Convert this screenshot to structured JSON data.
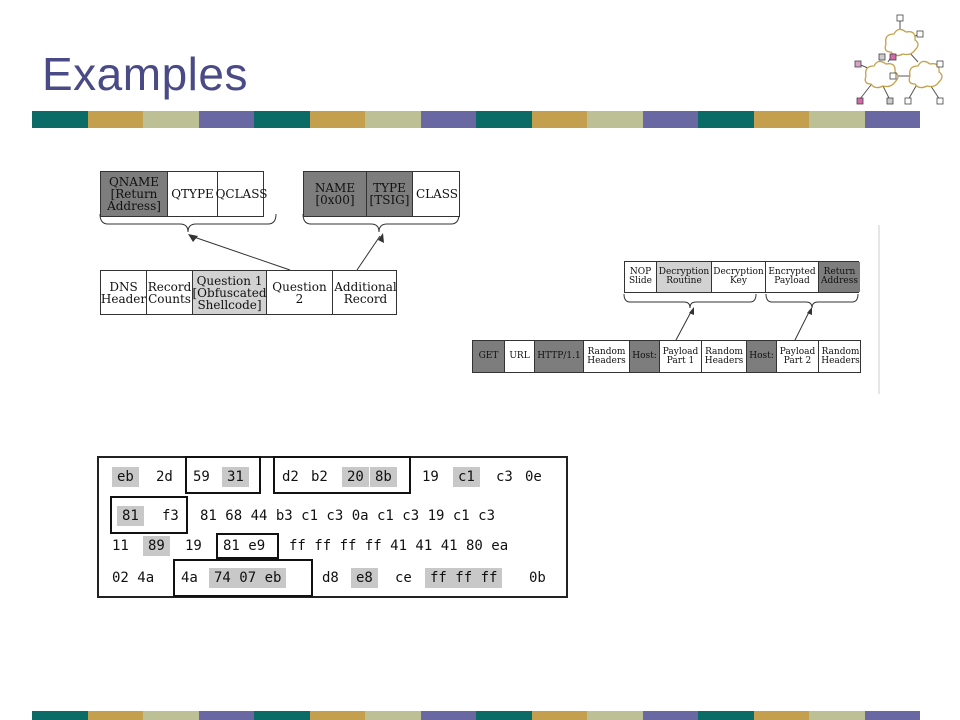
{
  "title": "Examples",
  "stripe_colors": [
    "#0b6b67",
    "#c49f4d",
    "#bcc094",
    "#6a68a3"
  ],
  "logo_icon": "network-clouds-icon",
  "dns": {
    "question_fields": [
      {
        "label": "QNAME\n[Return\nAddress]",
        "shade": "dark"
      },
      {
        "label": "QTYPE",
        "shade": "none"
      },
      {
        "label": "QCLASS",
        "shade": "none"
      }
    ],
    "additional_fields": [
      {
        "label": "NAME\n[0x00]",
        "shade": "dark"
      },
      {
        "label": "TYPE\n[TSIG]",
        "shade": "dark"
      },
      {
        "label": "CLASS",
        "shade": "none"
      }
    ],
    "packet_fields": [
      {
        "label": "DNS\nHeader",
        "shade": "none"
      },
      {
        "label": "Record\nCounts",
        "shade": "none"
      },
      {
        "label": "Question 1\n[Obfuscated\nShellcode]",
        "shade": "light"
      },
      {
        "label": "Question 2",
        "shade": "none"
      },
      {
        "label": "Additional\nRecord",
        "shade": "none"
      }
    ]
  },
  "http": {
    "payload_fields": [
      {
        "label": "NOP\nSlide",
        "shade": "none"
      },
      {
        "label": "Decryption\nRoutine",
        "shade": "light"
      },
      {
        "label": "Decryption\nKey",
        "shade": "none"
      },
      {
        "label": "Encrypted\nPayload",
        "shade": "none"
      },
      {
        "label": "Return\nAddress",
        "shade": "dark"
      }
    ],
    "request_fields": [
      {
        "label": "GET",
        "shade": "dark"
      },
      {
        "label": "URL",
        "shade": "none"
      },
      {
        "label": "HTTP/1.1",
        "shade": "dark"
      },
      {
        "label": "Random\nHeaders",
        "shade": "none"
      },
      {
        "label": "Host:",
        "shade": "dark"
      },
      {
        "label": "Payload\nPart 1",
        "shade": "none"
      },
      {
        "label": "Random\nHeaders",
        "shade": "none"
      },
      {
        "label": "Host:",
        "shade": "dark"
      },
      {
        "label": "Payload\nPart 2",
        "shade": "none"
      },
      {
        "label": "Random\nHeaders",
        "shade": "none"
      }
    ]
  },
  "hex": {
    "row1": [
      "eb",
      "2d",
      "59",
      "31",
      "d2",
      "b2",
      "20",
      "8b",
      "19",
      "c1",
      "c3",
      "0e"
    ],
    "row2": [
      "81",
      "f3",
      "81 68 44 b3 c1 c3 0a c1 c3 19 c1 c3"
    ],
    "row3": [
      "11",
      "89",
      "19",
      "81 e9",
      "ff ff ff ff 41 41 41 80 ea"
    ],
    "row4": [
      "02 4a",
      "4a",
      "74 07 eb",
      "d8",
      "e8",
      "ce",
      "ff ff ff",
      "0b"
    ]
  }
}
